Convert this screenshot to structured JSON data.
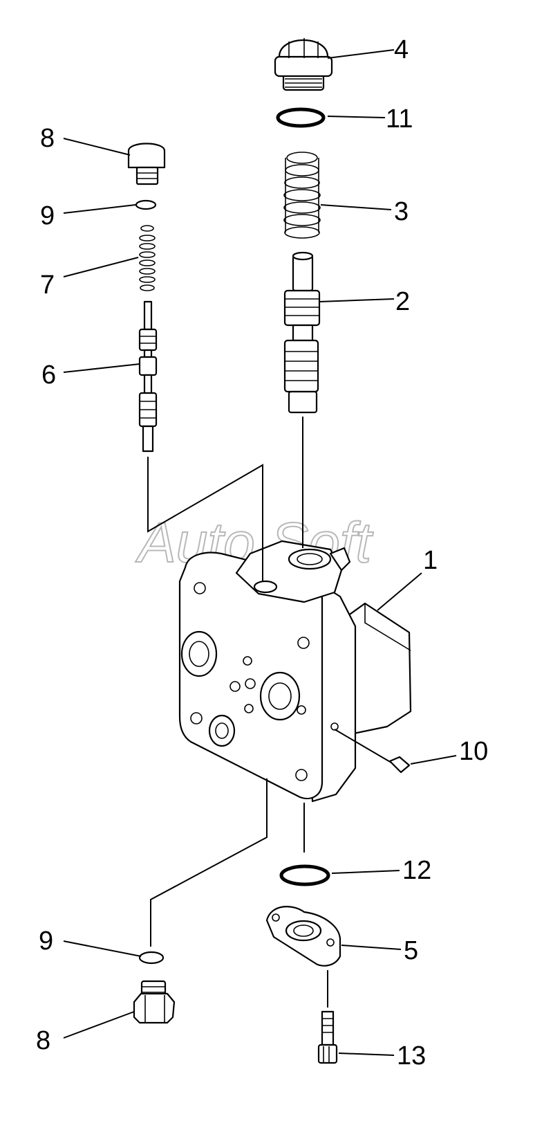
{
  "watermark": "Auto Soft",
  "labels": {
    "p1": "1",
    "p2": "2",
    "p3": "3",
    "p4": "4",
    "p5": "5",
    "p6": "6",
    "p7": "7",
    "p8_top": "8",
    "p8_bottom": "8",
    "p9_top": "9",
    "p9_bottom": "9",
    "p10": "10",
    "p11": "11",
    "p12": "12",
    "p13": "13"
  }
}
